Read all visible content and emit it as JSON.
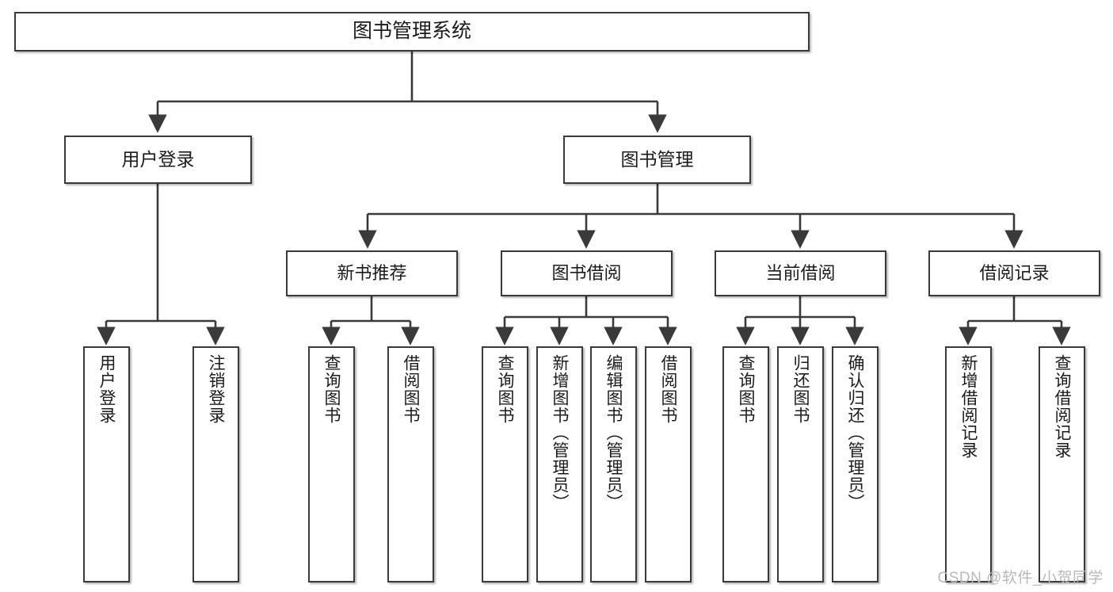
{
  "diagram": {
    "type": "tree-hierarchy",
    "title": "图书管理系统",
    "root": {
      "label": "图书管理系统"
    },
    "level2": [
      {
        "label": "用户登录"
      },
      {
        "label": "图书管理"
      }
    ],
    "level3": [
      {
        "label": "新书推荐"
      },
      {
        "label": "图书借阅"
      },
      {
        "label": "当前借阅"
      },
      {
        "label": "借阅记录"
      }
    ],
    "leaves": {
      "user_login": [
        {
          "label": "用户登录"
        },
        {
          "label": "注销登录"
        }
      ],
      "new_book_recommend": [
        {
          "label": "查询图书"
        },
        {
          "label": "借阅图书"
        }
      ],
      "book_borrow": [
        {
          "label": "查询图书"
        },
        {
          "label": "新增图书（管理员）"
        },
        {
          "label": "编辑图书（管理员）"
        },
        {
          "label": "借阅图书"
        }
      ],
      "current_borrow": [
        {
          "label": "查询图书"
        },
        {
          "label": "归还图书"
        },
        {
          "label": "确认归还（管理员）"
        }
      ],
      "borrow_record": [
        {
          "label": "新增借阅记录"
        },
        {
          "label": "查询借阅记录"
        }
      ]
    }
  },
  "watermark": {
    "text": "CSDN @软件_小贺同学"
  },
  "colors": {
    "border": "#3a3a3a",
    "background": "#ffffff",
    "text": "#1b1b1b",
    "watermark": "#b9b9b9"
  }
}
